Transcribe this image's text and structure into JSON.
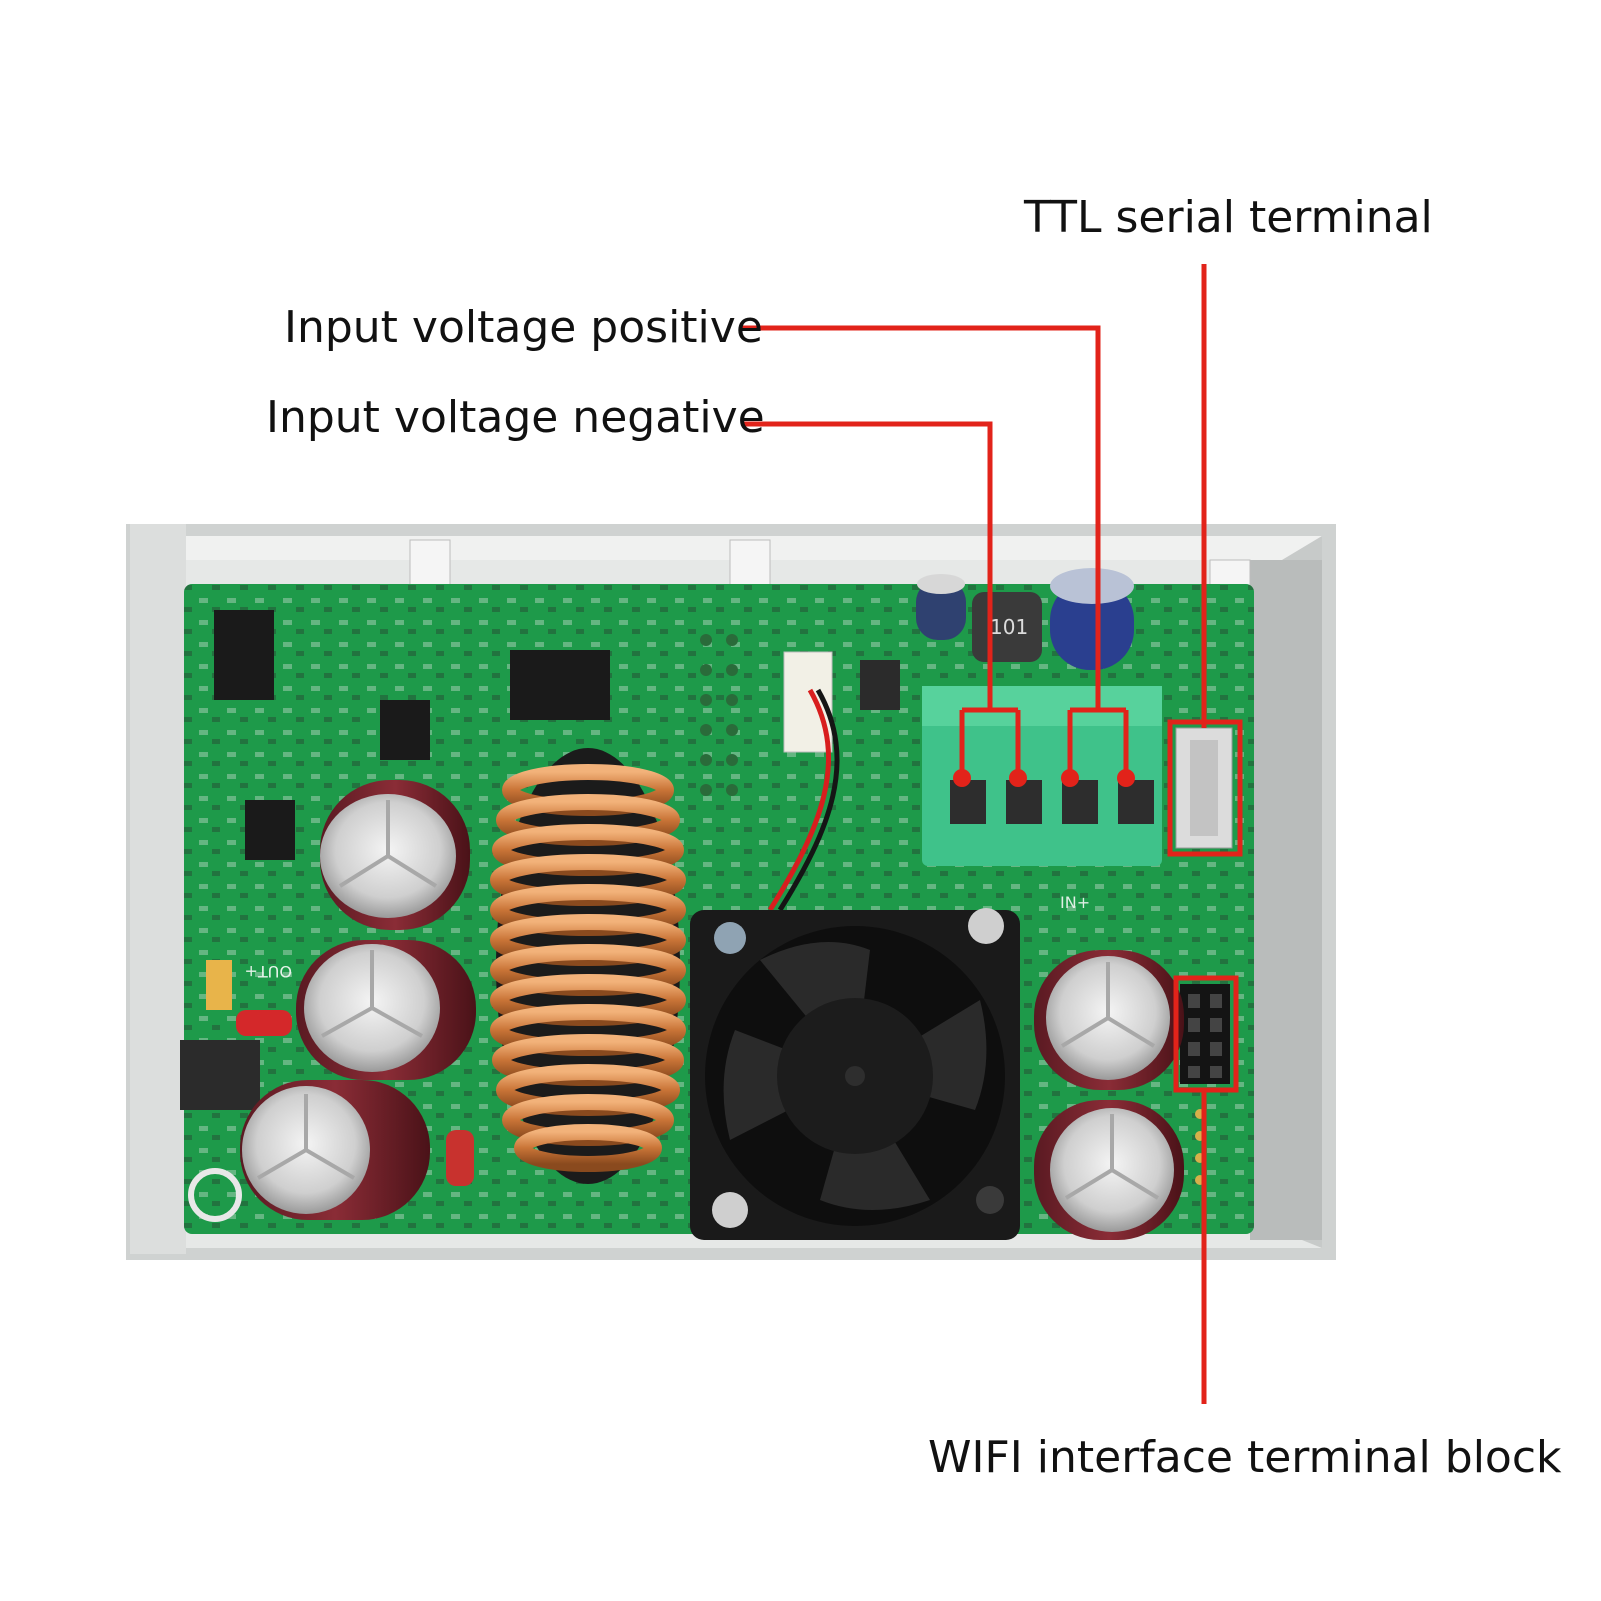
{
  "labels": {
    "ttl_serial_terminal": "TTL serial terminal",
    "input_voltage_positive": "Input voltage positive",
    "input_voltage_negative": "Input voltage negative",
    "wifi_interface_terminal_block": "WIFI interface terminal block"
  },
  "board_markings": {
    "inductor_code": "101",
    "out_label": "OUT+",
    "in_label": "IN+"
  },
  "colors": {
    "callout": "#e2231a",
    "pcb": "#1e9a4a",
    "enclosure": "#d9dcdb",
    "terminal_block": "#3fc28a",
    "copper": "#c9783a"
  }
}
